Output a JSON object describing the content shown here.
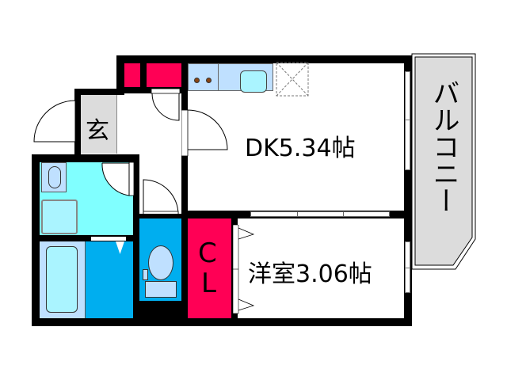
{
  "floorplan": {
    "rooms": {
      "genkan": {
        "label": "玄",
        "color": "#dcdcdc"
      },
      "dk": {
        "label": "DK5.34帖",
        "color": "#ffffff"
      },
      "youshitsu": {
        "label": "洋室3.06帖",
        "color": "#ffffff"
      },
      "closet": {
        "label_c": "C",
        "label_l": "L",
        "color": "#ff0055"
      },
      "balcony": {
        "label": "バルコニー",
        "color": "#dcdcdc"
      },
      "washroom": {
        "color": "#80ffff"
      },
      "bathroom": {
        "color": "#00aeef"
      },
      "toilet": {
        "color": "#00aeef"
      }
    },
    "colors": {
      "wall": "#000000",
      "storage_red": "#ff0055",
      "kitchen_counter": "#bfe0ff",
      "sink": "#aaf4ff",
      "stove_burner": "#8b4513",
      "fixture": "#bfe0ff"
    }
  }
}
